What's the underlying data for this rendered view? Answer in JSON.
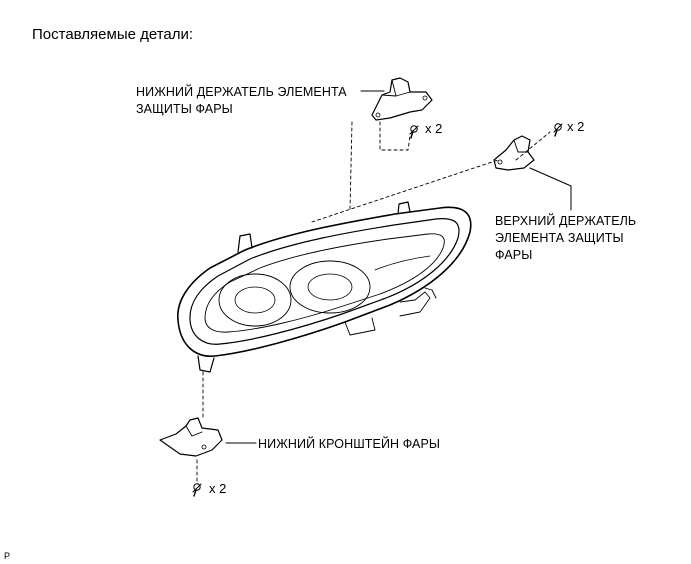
{
  "heading": "Поставляемые детали:",
  "labels": {
    "lower_holder_line1": "НИЖНИЙ ДЕРЖАТЕЛЬ ЭЛЕМЕНТА",
    "lower_holder_line2": "ЗАЩИТЫ ФАРЫ",
    "upper_holder_line1": "ВЕРХНИЙ ДЕРЖАТЕЛЬ",
    "upper_holder_line2": "ЭЛЕМЕНТА ЗАЩИТЫ",
    "upper_holder_line3": "ФАРЫ",
    "lower_bracket": "НИЖНИЙ КРОНШТЕЙН ФАРЫ"
  },
  "quantities": {
    "screw_upper_left": "x 2",
    "screw_upper_right": "x 2",
    "screw_bottom": "x 2"
  },
  "figure_code": "P",
  "colors": {
    "line": "#000000",
    "background": "#ffffff"
  }
}
